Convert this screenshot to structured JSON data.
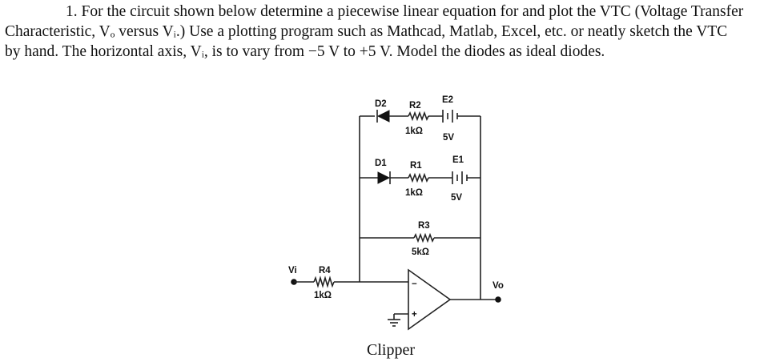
{
  "problem": {
    "line1": "1. For the circuit shown below determine a piecewise linear equation for and plot the VTC (Voltage Transfer",
    "line2": "Characteristic, Vₒ versus Vᵢ.) Use a plotting program such as Mathcad, Matlab, Excel, etc. or neatly sketch the VTC",
    "line3": "by hand. The horizontal axis, Vᵢ, is to vary from −5 V to +5 V. Model the diodes as ideal diodes."
  },
  "circuit": {
    "input_label": "Vi",
    "output_label": "Vo",
    "r4": {
      "name": "R4",
      "value": "1kΩ"
    },
    "d2": {
      "name": "D2"
    },
    "r2": {
      "name": "R2",
      "value": "1kΩ"
    },
    "e2": {
      "name": "E2",
      "value": "5V"
    },
    "d1": {
      "name": "D1"
    },
    "r1": {
      "name": "R1",
      "value": "1kΩ"
    },
    "e1": {
      "name": "E1",
      "value": "5V"
    },
    "r3": {
      "name": "R3",
      "value": "5kΩ"
    },
    "opamp": {
      "minus": "−",
      "plus": "+"
    },
    "caption": "Clipper"
  }
}
